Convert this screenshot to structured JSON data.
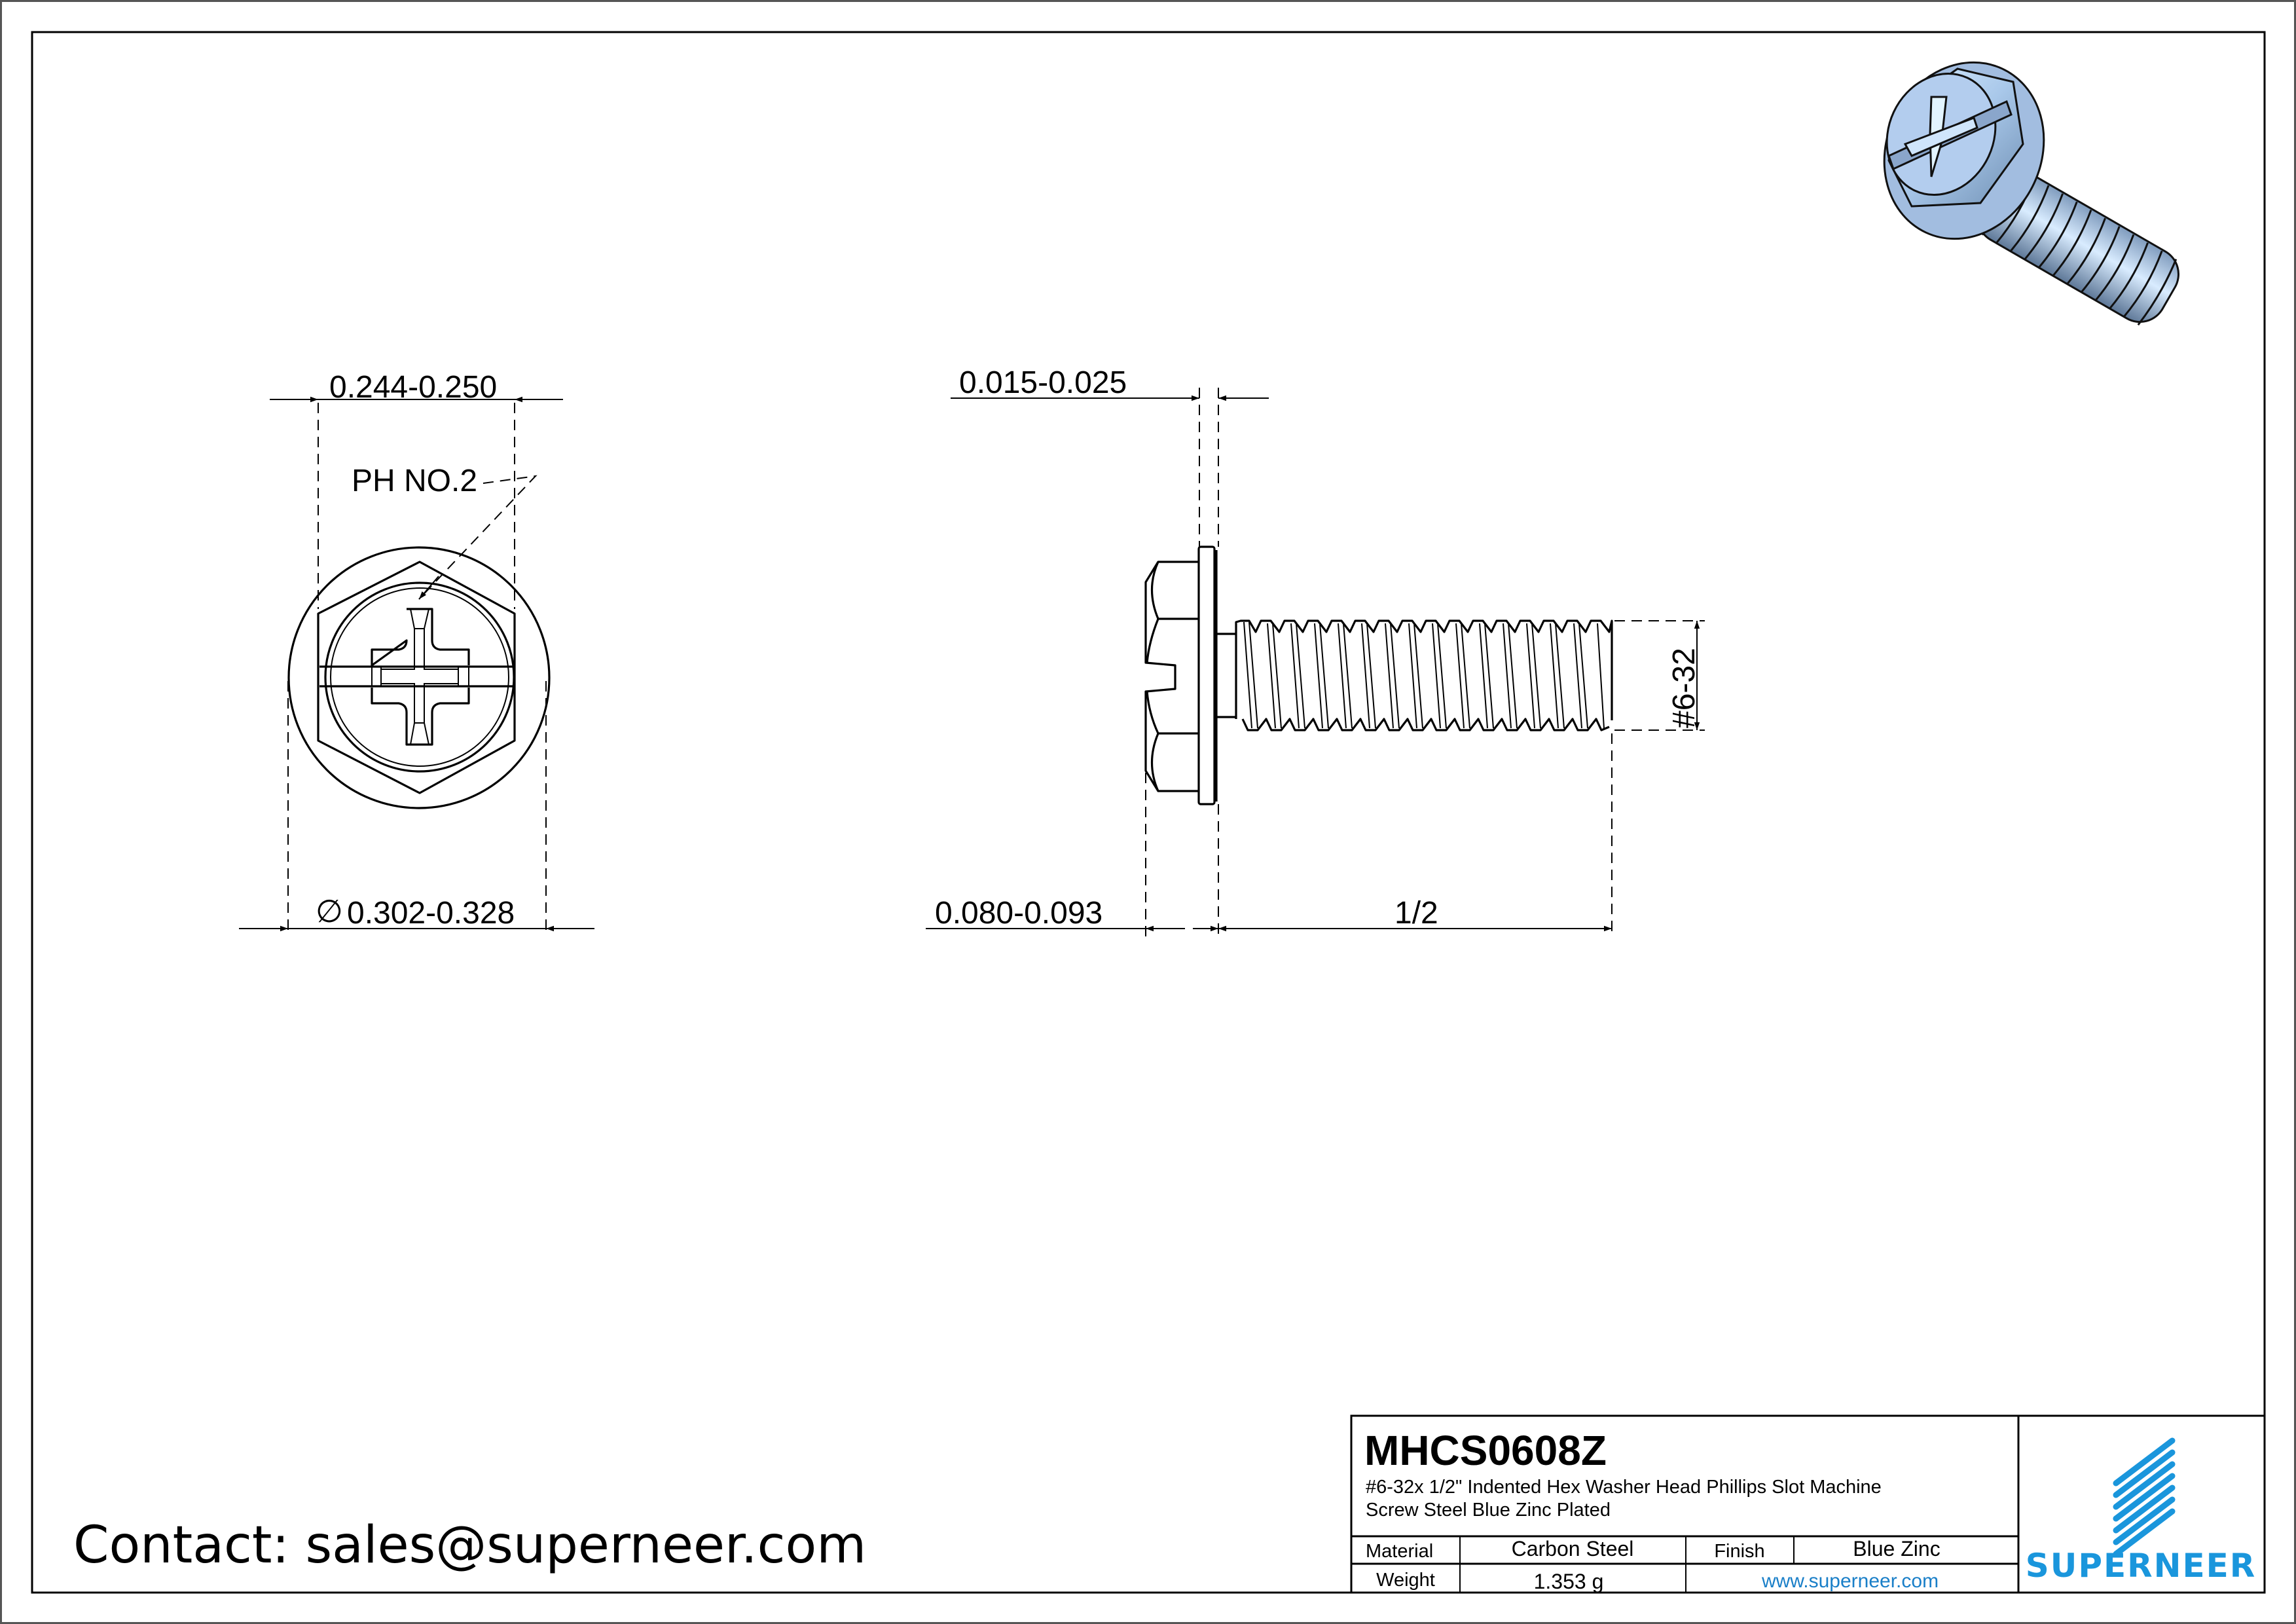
{
  "drawing": {
    "front_view": {
      "dims": {
        "hex_across_flats": "0.244-0.250",
        "washer_diameter": "0.302-0.328",
        "diameter_symbol": "∅",
        "drive_callout": "PH NO.2"
      }
    },
    "side_view": {
      "dims": {
        "washer_thickness": "0.015-0.025",
        "head_height": "0.080-0.093",
        "length": "1/2",
        "thread": "#6-32"
      }
    },
    "render_3d": {
      "icon": "screw-3d-render-icon",
      "color": "#a9c8ea"
    }
  },
  "title_block": {
    "part_number": "MHCS0608Z",
    "description_line1": "#6-32x 1/2\" Indented Hex Washer Head Phillips Slot  Machine",
    "description_line2": "Screw Steel Blue Zinc Plated",
    "material_label": "Material",
    "material_value": "Carbon Steel",
    "finish_label": "Finish",
    "finish_value": "Blue Zinc",
    "weight_label": "Weight",
    "weight_value": "1.353 g",
    "website": "www.superneer.com",
    "brand_name": "SUPERNEER",
    "brand_color": "#1a96dc"
  },
  "contact": {
    "text": "Contact: sales@superneer.com"
  }
}
